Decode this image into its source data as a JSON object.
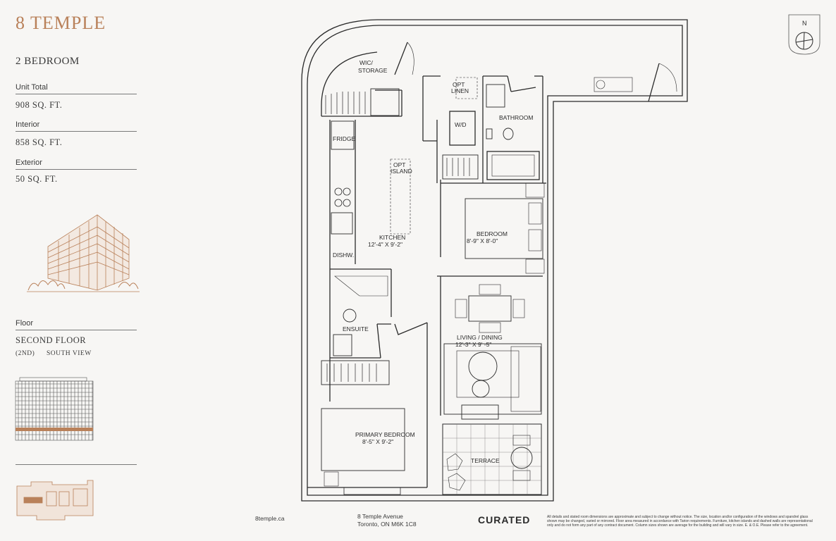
{
  "brand": {
    "name": "8 TEMPLE"
  },
  "unit": {
    "type": "2 BEDROOM"
  },
  "areas": {
    "unit_total_label": "Unit Total",
    "unit_total_value": "908 SQ. FT.",
    "interior_label": "Interior",
    "interior_value": "858 SQ. FT.",
    "exterior_label": "Exterior",
    "exterior_value": "50 SQ. FT."
  },
  "floor": {
    "label": "Floor",
    "value": "SECOND FLOOR",
    "code": "(2ND)",
    "view": "SOUTH VIEW"
  },
  "compass": {
    "north": "N"
  },
  "rooms": {
    "wic": "WIC/",
    "storage": "STORAGE",
    "opt_linen_1": "OPT",
    "opt_linen_2": "LINEN",
    "wd": "W/D",
    "bathroom": "BATHROOM",
    "fridge": "FRIDGE",
    "opt_island_1": "OPT",
    "opt_island_2": "ISLAND",
    "kitchen": "KITCHEN",
    "kitchen_dim": "12'-4\" X 9'-2\"",
    "bedroom": "BEDROOM",
    "bedroom_dim": "8'-9\" X 8'-0\"",
    "dishw": "DISHW.",
    "ensuite": "ENSUITE",
    "living": "LIVING / DINING",
    "living_dim": "12'-3\" X 9' -5\"",
    "primary": "PRIMARY BEDROOM",
    "primary_dim": "8'-5\" X 9'-2\"",
    "terrace": "TERRACE"
  },
  "footer": {
    "website": "8temple.ca",
    "address_1": "8 Temple Avenue",
    "address_2": "Toronto, ON M6K 1C8",
    "logo": "CURATED",
    "disclaimer": "All details and stated room dimensions are approximate and subject to change without notice. The size, location and/or configuration of the windows and spandrel glass shown may be changed, varied or mirrored. Floor area measured in accordance with Tarion requirements. Furniture, kitchen islands and dashed walls are representational only and do not form any part of any contract document. Column sizes shown are average for the building and will vary in size. E. & O.E. Please refer to the agreement."
  },
  "colors": {
    "accent": "#b9815a",
    "line": "#2b2b2b",
    "background": "#f7f6f4"
  }
}
